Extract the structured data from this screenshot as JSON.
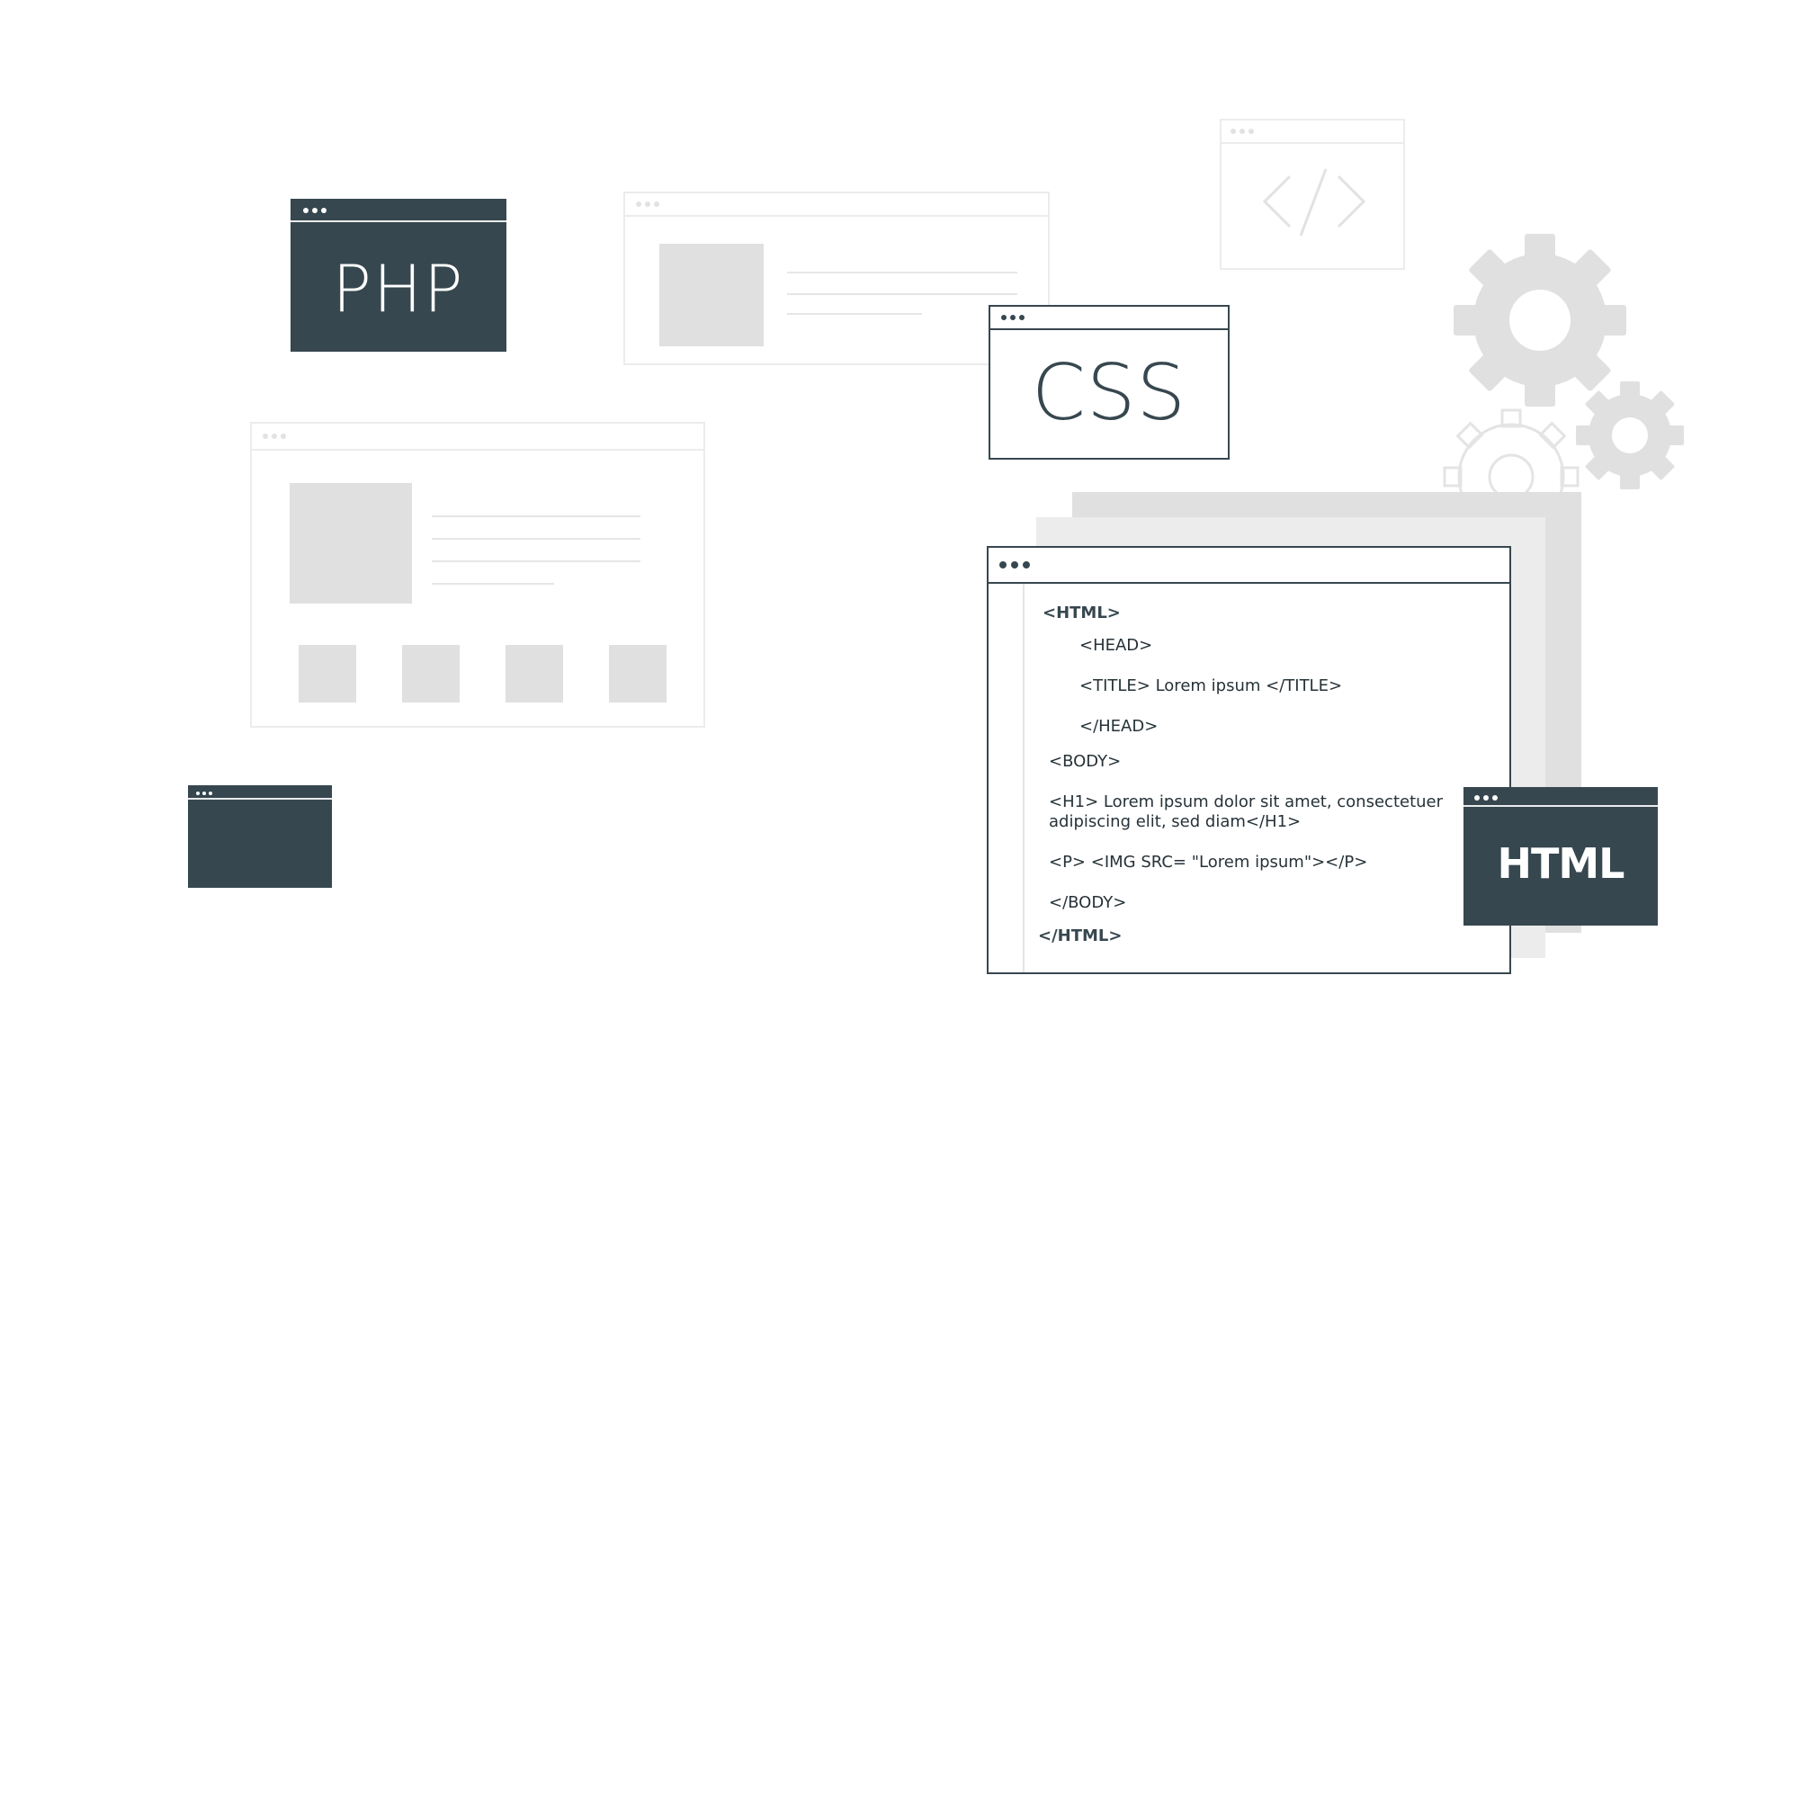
{
  "labels": {
    "php": "PHP",
    "css": "CSS",
    "html": "HTML"
  },
  "code_lines": [
    "<HTML>",
    "<HEAD>",
    "<TITLE> Lorem ipsum </TITLE>",
    "</HEAD>",
    "<BODY>",
    "<H1> Lorem ipsum dolor sit amet, consectetuer",
    "adipiscing elit, sed diam</H1>",
    "<P> <IMG SRC= \"Lorem ipsum\"></P>",
    "</BODY>",
    "</HTML>"
  ],
  "colors": {
    "dark_slate": "#37474f",
    "light_gray": "#e0e0e0",
    "background": "#ffffff"
  },
  "icons": [
    "window-dots-icon",
    "code-brackets-icon",
    "gear-icon"
  ]
}
